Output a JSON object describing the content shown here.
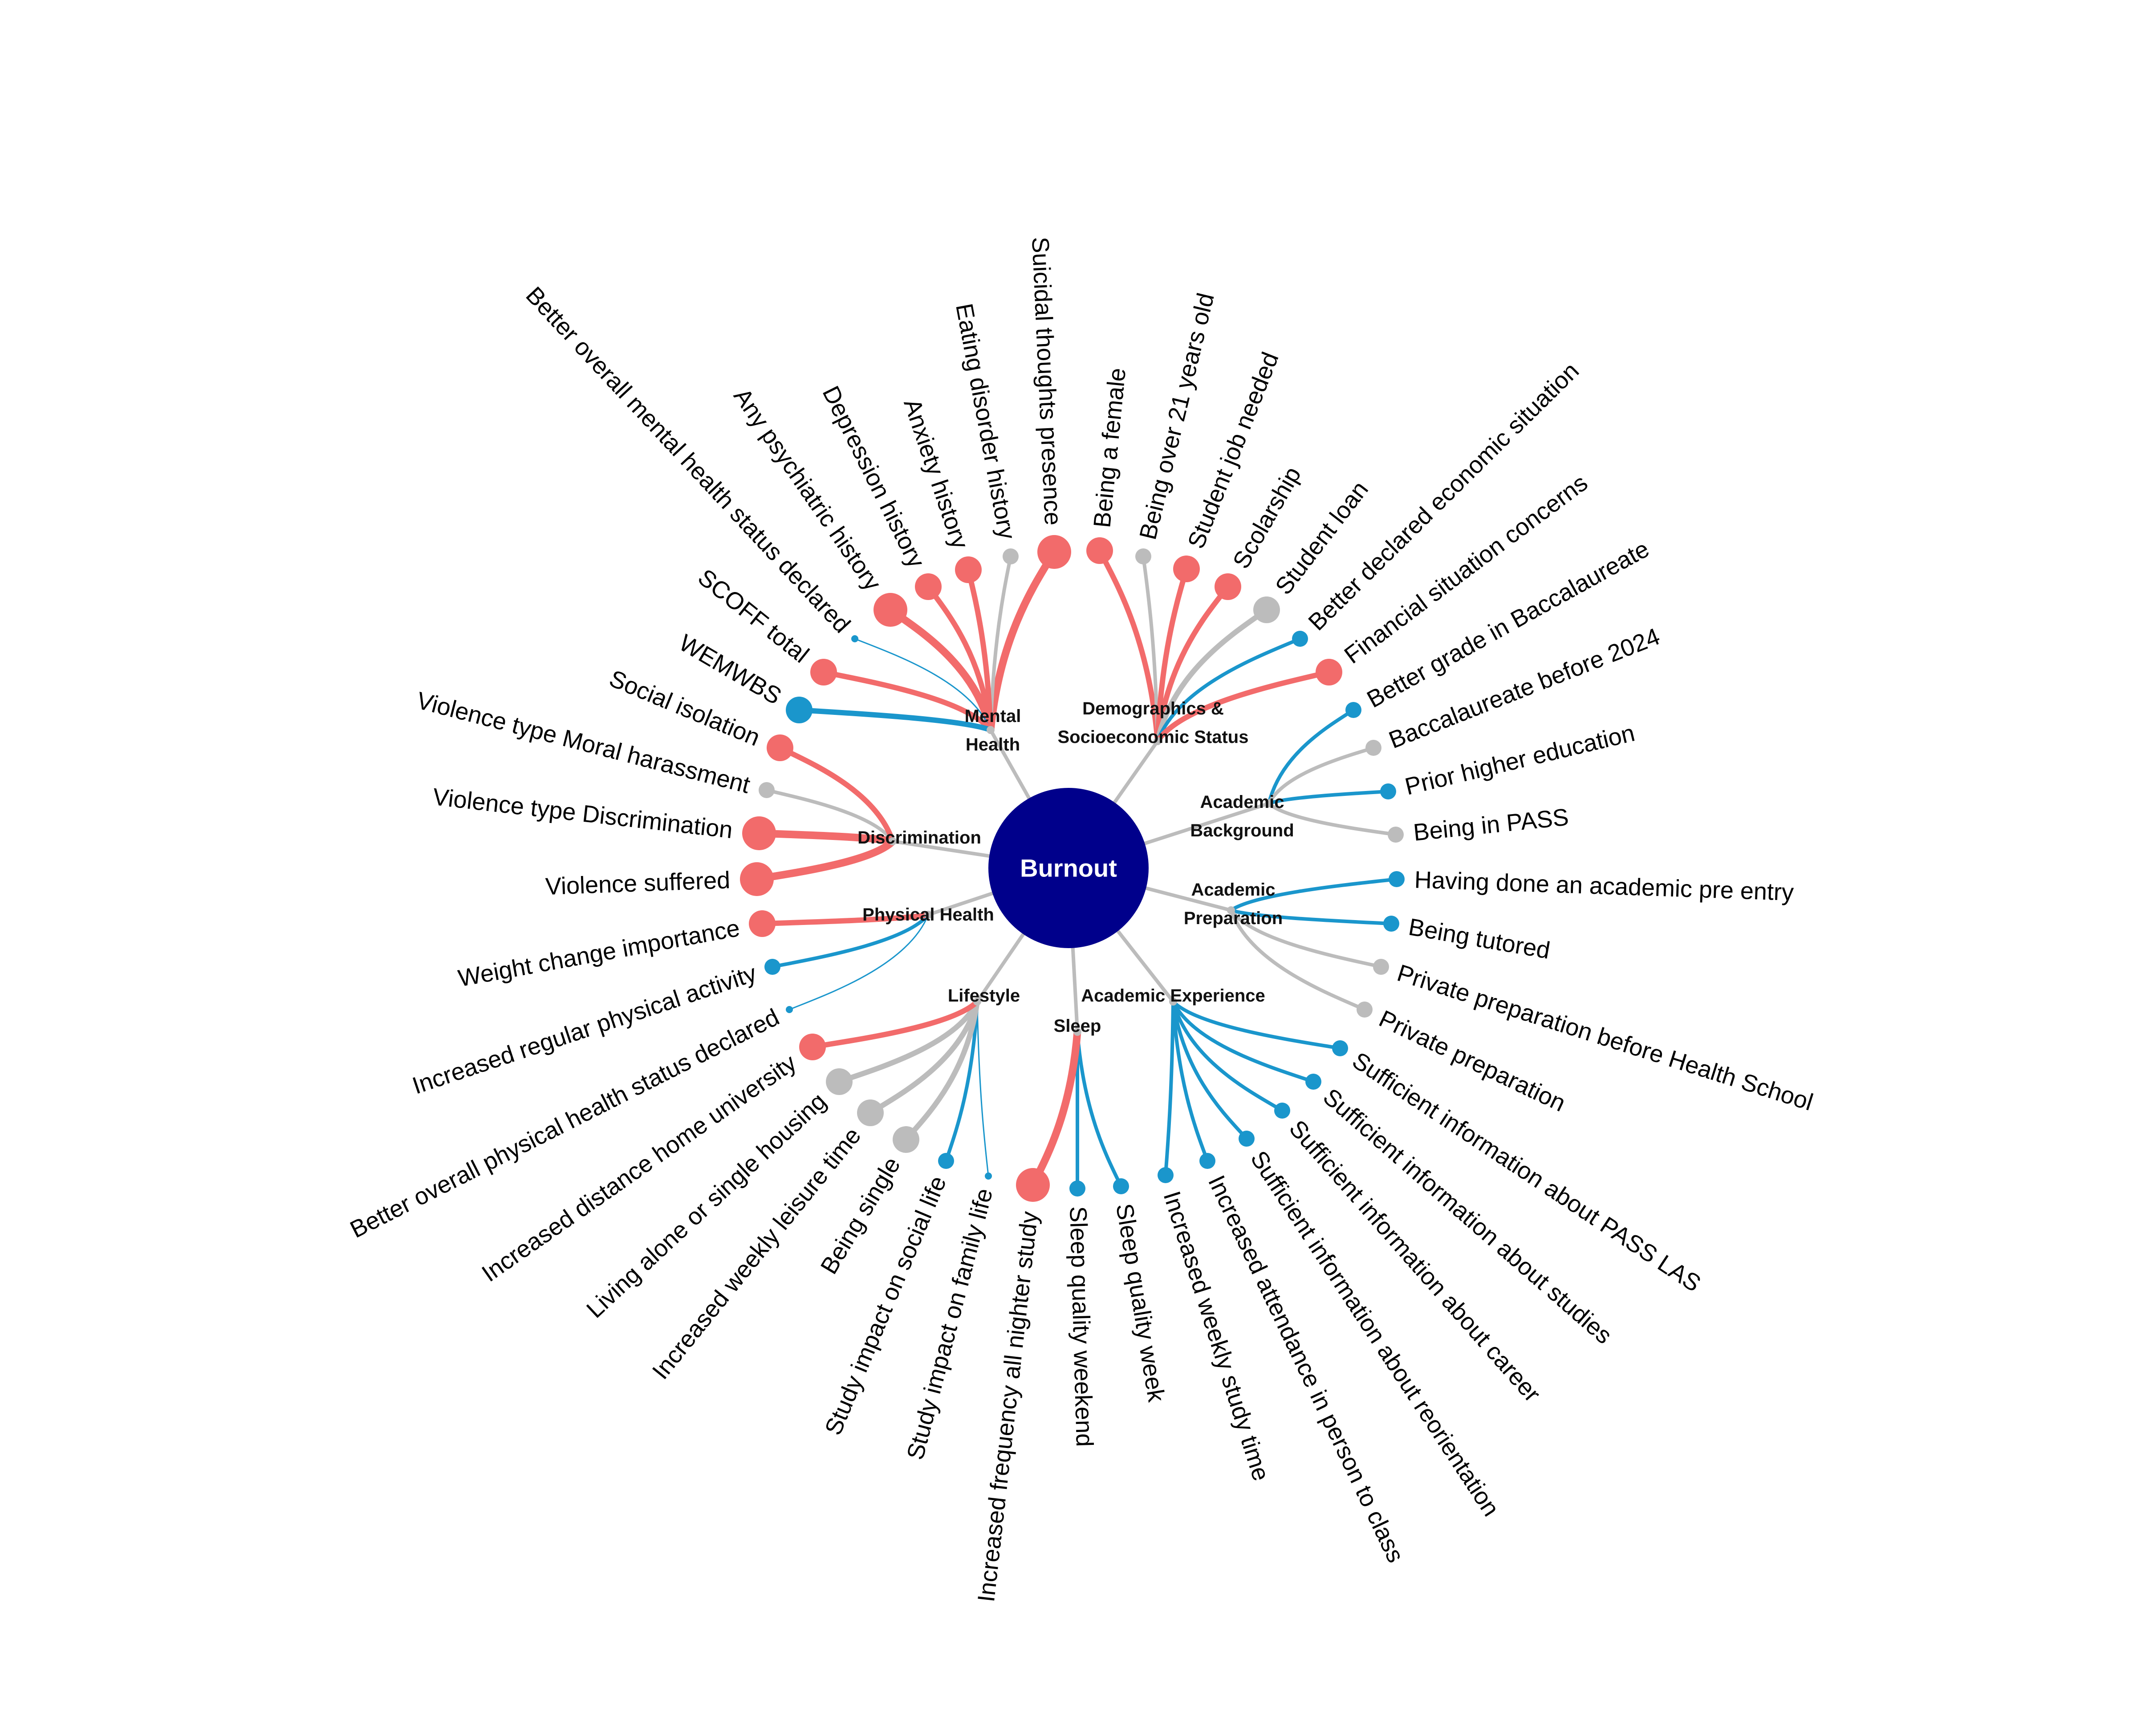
{
  "colors": {
    "positive": "#f26b6b",
    "negative": "#1a96cc",
    "neutral": "#bcbcbc",
    "center": "#00008b"
  },
  "center": {
    "label": "Burnout"
  },
  "categories": [
    {
      "name": "Mental Health",
      "lines": [
        "Mental",
        "Health"
      ],
      "items": [
        {
          "label": "Suicidal thoughts presence",
          "effect": "positive",
          "strength": 3
        },
        {
          "label": "Eating disorder history",
          "effect": "neutral",
          "strength": 1
        },
        {
          "label": "Anxiety history",
          "effect": "positive",
          "strength": 2
        },
        {
          "label": "Depression history",
          "effect": "positive",
          "strength": 2
        },
        {
          "label": "Any psychiatric history",
          "effect": "positive",
          "strength": 3
        },
        {
          "label": "Better overall mental health status declared",
          "effect": "negative",
          "strength": 0
        },
        {
          "label": "SCOFF total",
          "effect": "positive",
          "strength": 2
        },
        {
          "label": "WEMWBS",
          "effect": "negative",
          "strength": 2
        }
      ]
    },
    {
      "name": "Demographics & Socioeconomic Status",
      "lines": [
        "Demographics &",
        "Socioeconomic Status"
      ],
      "items": [
        {
          "label": "Being a female",
          "effect": "positive",
          "strength": 2
        },
        {
          "label": "Being over 21 years old",
          "effect": "neutral",
          "strength": 1
        },
        {
          "label": "Student job needed",
          "effect": "positive",
          "strength": 2
        },
        {
          "label": "Scolarship",
          "effect": "positive",
          "strength": 2
        },
        {
          "label": "Student loan",
          "effect": "neutral",
          "strength": 2
        },
        {
          "label": "Better declared economic situation",
          "effect": "negative",
          "strength": 1
        },
        {
          "label": "Financial situation concerns",
          "effect": "positive",
          "strength": 2
        }
      ]
    },
    {
      "name": "Academic Background",
      "lines": [
        "Academic",
        "Background"
      ],
      "items": [
        {
          "label": "Better grade in Baccalaureate",
          "effect": "negative",
          "strength": 1
        },
        {
          "label": "Baccalaureate before 2024",
          "effect": "neutral",
          "strength": 1
        },
        {
          "label": "Prior higher education",
          "effect": "negative",
          "strength": 1
        },
        {
          "label": "Being in PASS",
          "effect": "neutral",
          "strength": 1
        }
      ]
    },
    {
      "name": "Academic Preparation",
      "lines": [
        "Academic",
        "Preparation"
      ],
      "items": [
        {
          "label": "Having done an academic pre entry",
          "effect": "negative",
          "strength": 1
        },
        {
          "label": "Being tutored",
          "effect": "negative",
          "strength": 1
        },
        {
          "label": "Private preparation before Health School",
          "effect": "neutral",
          "strength": 1
        },
        {
          "label": "Private preparation",
          "effect": "neutral",
          "strength": 1
        }
      ]
    },
    {
      "name": "Academic Experience",
      "lines": [
        "Academic Experience"
      ],
      "items": [
        {
          "label": "Sufficient information about PASS LAS",
          "effect": "negative",
          "strength": 1
        },
        {
          "label": "Sufficient information about studies",
          "effect": "negative",
          "strength": 1
        },
        {
          "label": "Sufficient information about career",
          "effect": "negative",
          "strength": 1
        },
        {
          "label": "Sufficient information about reorientation",
          "effect": "negative",
          "strength": 1
        },
        {
          "label": "Increased attendance in person to class",
          "effect": "negative",
          "strength": 1
        },
        {
          "label": "Increased weekly study time",
          "effect": "negative",
          "strength": 1
        }
      ]
    },
    {
      "name": "Sleep",
      "lines": [
        "Sleep"
      ],
      "items": [
        {
          "label": "Sleep quality week",
          "effect": "negative",
          "strength": 1
        },
        {
          "label": "Sleep quality weekend",
          "effect": "negative",
          "strength": 1
        },
        {
          "label": "Increased frequency all nighter study",
          "effect": "positive",
          "strength": 3
        }
      ]
    },
    {
      "name": "Lifestyle",
      "lines": [
        "Lifestyle"
      ],
      "items": [
        {
          "label": "Study impact on family life",
          "effect": "negative",
          "strength": 0
        },
        {
          "label": "Study impact on social life",
          "effect": "negative",
          "strength": 1
        },
        {
          "label": "Being single",
          "effect": "neutral",
          "strength": 2
        },
        {
          "label": "Increased weekly leisure time",
          "effect": "neutral",
          "strength": 2
        },
        {
          "label": "Living alone or single housing",
          "effect": "neutral",
          "strength": 2
        },
        {
          "label": "Increased distance home university",
          "effect": "positive",
          "strength": 2
        }
      ]
    },
    {
      "name": "Physical Health",
      "lines": [
        "Physical Health"
      ],
      "items": [
        {
          "label": "Better overall physical health status declared",
          "effect": "negative",
          "strength": 0
        },
        {
          "label": "Increased regular physical activity",
          "effect": "negative",
          "strength": 1
        },
        {
          "label": "Weight change importance",
          "effect": "positive",
          "strength": 2
        }
      ]
    },
    {
      "name": "Discrimination",
      "lines": [
        "Discrimination"
      ],
      "items": [
        {
          "label": "Violence suffered",
          "effect": "positive",
          "strength": 3
        },
        {
          "label": "Violence type Discrimination",
          "effect": "positive",
          "strength": 3
        },
        {
          "label": "Violence type Moral harassment",
          "effect": "neutral",
          "strength": 1
        },
        {
          "label": "Social isolation",
          "effect": "positive",
          "strength": 2
        }
      ]
    }
  ]
}
